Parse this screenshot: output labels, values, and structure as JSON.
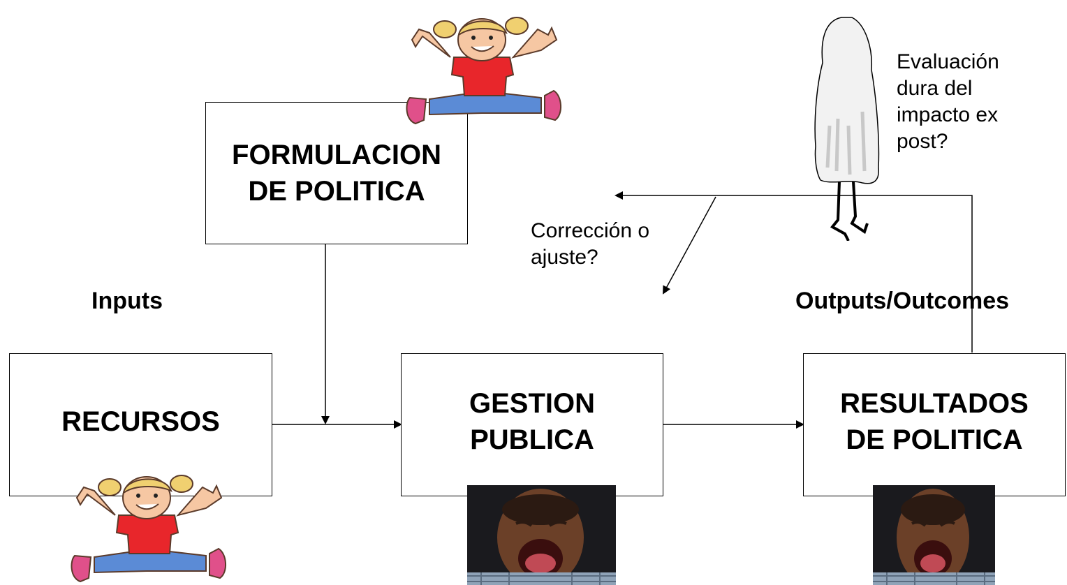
{
  "boxes": {
    "formulacion": "FORMULACION\nDE POLITICA",
    "recursos": "RECURSOS",
    "gestion": "GESTION\nPUBLICA",
    "resultados": "RESULTADOS\nDE POLITICA"
  },
  "labels": {
    "inputs": "Inputs",
    "outputs": "Outputs/Outcomes",
    "correccion": "Corrección o\najuste?",
    "evaluacion": "Evaluación\ndura del\nimpacto ex\npost?"
  },
  "illustrations": {
    "happy_child": "happy-child-clipart",
    "crying_baby": "crying-baby-photo",
    "ghost": "ghost-clipart"
  },
  "colors": {
    "shirt": "#e8262b",
    "pants": "#5b8bd6",
    "shoes": "#e0508a",
    "hair": "#f0d070",
    "skin": "#f6c7a3"
  }
}
